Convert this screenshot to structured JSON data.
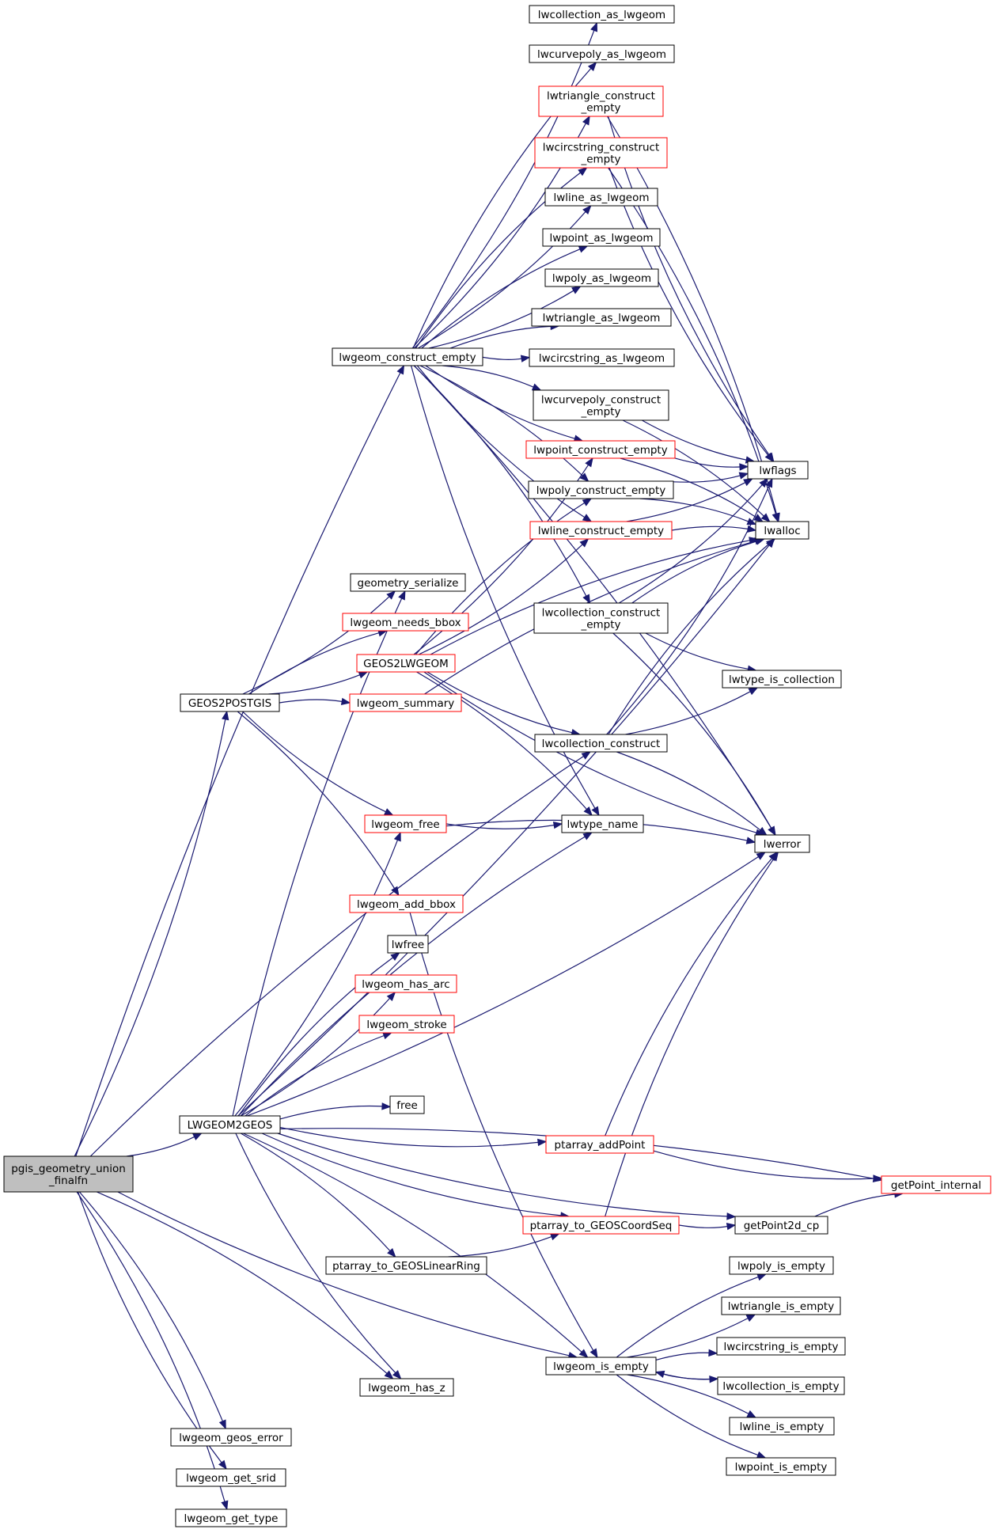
{
  "colors": {
    "edge": "#191970",
    "node_border": "#000000",
    "node_border_incomplete": "#ff0000",
    "root_fill": "#bfbfbf",
    "node_fill": "#ffffff"
  },
  "nodes": [
    {
      "id": "root",
      "lines": [
        "pgis_geometry_union",
        "_finalfn"
      ],
      "style": "root"
    },
    {
      "id": "construct_empty",
      "lines": [
        "lwgeom_construct_empty"
      ],
      "style": "normal"
    },
    {
      "id": "coll_as",
      "lines": [
        "lwcollection_as_lwgeom"
      ],
      "style": "normal"
    },
    {
      "id": "curvepoly_as",
      "lines": [
        "lwcurvepoly_as_lwgeom"
      ],
      "style": "normal"
    },
    {
      "id": "tri_cons",
      "lines": [
        "lwtriangle_construct",
        "_empty"
      ],
      "style": "incomplete"
    },
    {
      "id": "circ_cons",
      "lines": [
        "lwcircstring_construct",
        "_empty"
      ],
      "style": "incomplete"
    },
    {
      "id": "line_as",
      "lines": [
        "lwline_as_lwgeom"
      ],
      "style": "normal"
    },
    {
      "id": "point_as",
      "lines": [
        "lwpoint_as_lwgeom"
      ],
      "style": "normal"
    },
    {
      "id": "poly_as",
      "lines": [
        "lwpoly_as_lwgeom"
      ],
      "style": "normal"
    },
    {
      "id": "tri_as",
      "lines": [
        "lwtriangle_as_lwgeom"
      ],
      "style": "normal"
    },
    {
      "id": "circ_as",
      "lines": [
        "lwcircstring_as_lwgeom"
      ],
      "style": "normal"
    },
    {
      "id": "curvepoly_cons",
      "lines": [
        "lwcurvepoly_construct",
        "_empty"
      ],
      "style": "normal"
    },
    {
      "id": "point_cons",
      "lines": [
        "lwpoint_construct_empty"
      ],
      "style": "incomplete"
    },
    {
      "id": "lwflags",
      "lines": [
        "lwflags"
      ],
      "style": "normal"
    },
    {
      "id": "poly_cons",
      "lines": [
        "lwpoly_construct_empty"
      ],
      "style": "normal"
    },
    {
      "id": "line_cons",
      "lines": [
        "lwline_construct_empty"
      ],
      "style": "incomplete"
    },
    {
      "id": "lwalloc",
      "lines": [
        "lwalloc"
      ],
      "style": "normal"
    },
    {
      "id": "geom_serialize",
      "lines": [
        "geometry_serialize"
      ],
      "style": "normal"
    },
    {
      "id": "needs_bbox",
      "lines": [
        "lwgeom_needs_bbox"
      ],
      "style": "incomplete"
    },
    {
      "id": "coll_cons_empty",
      "lines": [
        "lwcollection_construct",
        "_empty"
      ],
      "style": "normal"
    },
    {
      "id": "geos2lwgeom",
      "lines": [
        "GEOS2LWGEOM"
      ],
      "style": "incomplete"
    },
    {
      "id": "type_is_coll",
      "lines": [
        "lwtype_is_collection"
      ],
      "style": "normal"
    },
    {
      "id": "geos2postgis",
      "lines": [
        "GEOS2POSTGIS"
      ],
      "style": "normal"
    },
    {
      "id": "summary",
      "lines": [
        "lwgeom_summary"
      ],
      "style": "incomplete"
    },
    {
      "id": "coll_construct",
      "lines": [
        "lwcollection_construct"
      ],
      "style": "normal"
    },
    {
      "id": "lwgeom_free",
      "lines": [
        "lwgeom_free"
      ],
      "style": "incomplete"
    },
    {
      "id": "type_name",
      "lines": [
        "lwtype_name"
      ],
      "style": "normal"
    },
    {
      "id": "lwerror",
      "lines": [
        "lwerror"
      ],
      "style": "normal"
    },
    {
      "id": "add_bbox",
      "lines": [
        "lwgeom_add_bbox"
      ],
      "style": "incomplete"
    },
    {
      "id": "lwfree",
      "lines": [
        "lwfree"
      ],
      "style": "normal"
    },
    {
      "id": "has_arc",
      "lines": [
        "lwgeom_has_arc"
      ],
      "style": "incomplete"
    },
    {
      "id": "stroke",
      "lines": [
        "lwgeom_stroke"
      ],
      "style": "incomplete"
    },
    {
      "id": "free",
      "lines": [
        "free"
      ],
      "style": "normal"
    },
    {
      "id": "lwgeom2geos",
      "lines": [
        "LWGEOM2GEOS"
      ],
      "style": "normal"
    },
    {
      "id": "add_point",
      "lines": [
        "ptarray_addPoint"
      ],
      "style": "incomplete"
    },
    {
      "id": "getpoint_internal",
      "lines": [
        "getPoint_internal"
      ],
      "style": "incomplete"
    },
    {
      "id": "to_coordseq",
      "lines": [
        "ptarray_to_GEOSCoordSeq"
      ],
      "style": "incomplete"
    },
    {
      "id": "getpoint2d",
      "lines": [
        "getPoint2d_cp"
      ],
      "style": "normal"
    },
    {
      "id": "to_linearring",
      "lines": [
        "ptarray_to_GEOSLinearRing"
      ],
      "style": "normal"
    },
    {
      "id": "poly_is_empty",
      "lines": [
        "lwpoly_is_empty"
      ],
      "style": "normal"
    },
    {
      "id": "tri_is_empty",
      "lines": [
        "lwtriangle_is_empty"
      ],
      "style": "normal"
    },
    {
      "id": "circ_is_empty",
      "lines": [
        "lwcircstring_is_empty"
      ],
      "style": "normal"
    },
    {
      "id": "is_empty",
      "lines": [
        "lwgeom_is_empty"
      ],
      "style": "normal"
    },
    {
      "id": "coll_is_empty",
      "lines": [
        "lwcollection_is_empty"
      ],
      "style": "normal"
    },
    {
      "id": "has_z",
      "lines": [
        "lwgeom_has_z"
      ],
      "style": "normal"
    },
    {
      "id": "line_is_empty",
      "lines": [
        "lwline_is_empty"
      ],
      "style": "normal"
    },
    {
      "id": "point_is_empty",
      "lines": [
        "lwpoint_is_empty"
      ],
      "style": "normal"
    },
    {
      "id": "geos_error",
      "lines": [
        "lwgeom_geos_error"
      ],
      "style": "normal"
    },
    {
      "id": "get_srid",
      "lines": [
        "lwgeom_get_srid"
      ],
      "style": "normal"
    },
    {
      "id": "get_type",
      "lines": [
        "lwgeom_get_type"
      ],
      "style": "normal"
    }
  ],
  "edges": [
    [
      "root",
      "construct_empty"
    ],
    [
      "root",
      "geos2postgis"
    ],
    [
      "root",
      "coll_construct"
    ],
    [
      "root",
      "lwgeom2geos"
    ],
    [
      "root",
      "has_z"
    ],
    [
      "root",
      "is_empty"
    ],
    [
      "root",
      "geos_error"
    ],
    [
      "root",
      "get_srid"
    ],
    [
      "root",
      "get_type"
    ],
    [
      "construct_empty",
      "coll_as"
    ],
    [
      "construct_empty",
      "curvepoly_as"
    ],
    [
      "construct_empty",
      "tri_cons"
    ],
    [
      "construct_empty",
      "circ_cons"
    ],
    [
      "construct_empty",
      "line_as"
    ],
    [
      "construct_empty",
      "point_as"
    ],
    [
      "construct_empty",
      "poly_as"
    ],
    [
      "construct_empty",
      "tri_as"
    ],
    [
      "construct_empty",
      "circ_as"
    ],
    [
      "construct_empty",
      "curvepoly_cons"
    ],
    [
      "construct_empty",
      "point_cons"
    ],
    [
      "construct_empty",
      "poly_cons"
    ],
    [
      "construct_empty",
      "line_cons"
    ],
    [
      "construct_empty",
      "coll_cons_empty"
    ],
    [
      "construct_empty",
      "type_name"
    ],
    [
      "construct_empty",
      "lwerror"
    ],
    [
      "tri_cons",
      "lwflags"
    ],
    [
      "tri_cons",
      "lwalloc"
    ],
    [
      "circ_cons",
      "lwflags"
    ],
    [
      "circ_cons",
      "lwalloc"
    ],
    [
      "curvepoly_cons",
      "lwflags"
    ],
    [
      "curvepoly_cons",
      "lwalloc"
    ],
    [
      "point_cons",
      "lwflags"
    ],
    [
      "point_cons",
      "lwalloc"
    ],
    [
      "poly_cons",
      "lwflags"
    ],
    [
      "poly_cons",
      "lwalloc"
    ],
    [
      "line_cons",
      "lwflags"
    ],
    [
      "line_cons",
      "lwalloc"
    ],
    [
      "coll_cons_empty",
      "lwflags"
    ],
    [
      "coll_cons_empty",
      "lwalloc"
    ],
    [
      "coll_cons_empty",
      "type_is_coll"
    ],
    [
      "coll_cons_empty",
      "lwerror"
    ],
    [
      "geos2postgis",
      "geom_serialize"
    ],
    [
      "geos2postgis",
      "needs_bbox"
    ],
    [
      "geos2postgis",
      "geos2lwgeom"
    ],
    [
      "geos2postgis",
      "summary"
    ],
    [
      "geos2postgis",
      "lwgeom_free"
    ],
    [
      "geos2postgis",
      "add_bbox"
    ],
    [
      "geos2lwgeom",
      "point_cons"
    ],
    [
      "geos2lwgeom",
      "poly_cons"
    ],
    [
      "geos2lwgeom",
      "line_cons"
    ],
    [
      "geos2lwgeom",
      "lwalloc"
    ],
    [
      "geos2lwgeom",
      "coll_construct"
    ],
    [
      "geos2lwgeom",
      "type_name"
    ],
    [
      "geos2lwgeom",
      "lwerror"
    ],
    [
      "summary",
      "lwalloc"
    ],
    [
      "coll_construct",
      "lwflags"
    ],
    [
      "coll_construct",
      "lwalloc"
    ],
    [
      "coll_construct",
      "type_is_coll"
    ],
    [
      "coll_construct",
      "lwerror"
    ],
    [
      "lwgeom_free",
      "type_name"
    ],
    [
      "lwgeom_free",
      "lwerror"
    ],
    [
      "add_bbox",
      "is_empty"
    ],
    [
      "lwgeom2geos",
      "geom_serialize"
    ],
    [
      "lwgeom2geos",
      "lwgeom_free"
    ],
    [
      "lwgeom2geos",
      "type_name"
    ],
    [
      "lwgeom2geos",
      "lwalloc"
    ],
    [
      "lwgeom2geos",
      "lwfree"
    ],
    [
      "lwgeom2geos",
      "has_arc"
    ],
    [
      "lwgeom2geos",
      "stroke"
    ],
    [
      "lwgeom2geos",
      "lwerror"
    ],
    [
      "lwgeom2geos",
      "free"
    ],
    [
      "lwgeom2geos",
      "add_point"
    ],
    [
      "lwgeom2geos",
      "getpoint_internal"
    ],
    [
      "lwgeom2geos",
      "to_coordseq"
    ],
    [
      "lwgeom2geos",
      "to_linearring"
    ],
    [
      "lwgeom2geos",
      "getpoint2d"
    ],
    [
      "lwgeom2geos",
      "is_empty"
    ],
    [
      "lwgeom2geos",
      "has_z"
    ],
    [
      "add_point",
      "lwerror"
    ],
    [
      "add_point",
      "getpoint_internal"
    ],
    [
      "to_coordseq",
      "lwerror"
    ],
    [
      "to_coordseq",
      "getpoint2d"
    ],
    [
      "getpoint2d",
      "getpoint_internal"
    ],
    [
      "to_linearring",
      "to_coordseq"
    ],
    [
      "is_empty",
      "poly_is_empty"
    ],
    [
      "is_empty",
      "tri_is_empty"
    ],
    [
      "is_empty",
      "circ_is_empty"
    ],
    [
      "is_empty",
      "coll_is_empty"
    ],
    [
      "is_empty",
      "line_is_empty"
    ],
    [
      "is_empty",
      "point_is_empty"
    ],
    [
      "coll_is_empty",
      "is_empty"
    ]
  ]
}
